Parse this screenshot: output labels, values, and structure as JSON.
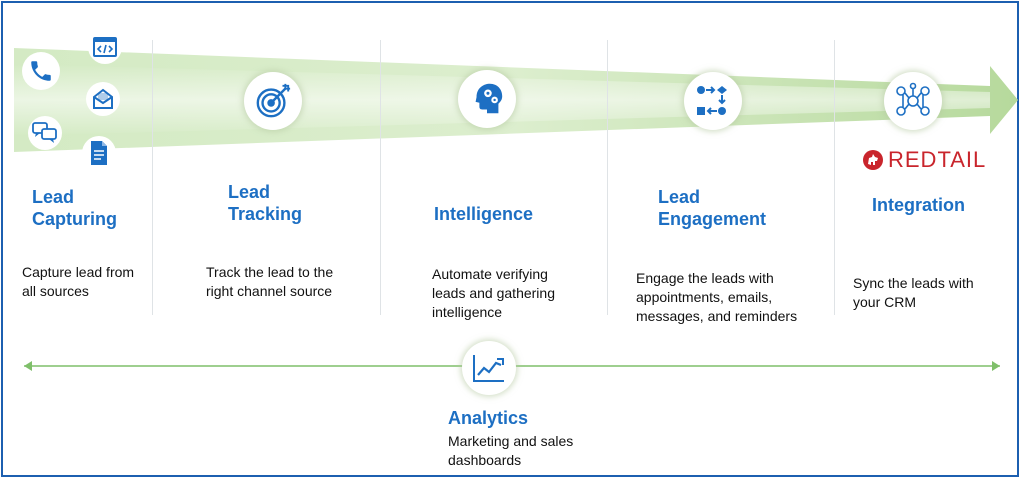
{
  "stages": [
    {
      "title_l1": "Lead",
      "title_l2": "Capturing",
      "desc_l1": "Capture lead from",
      "desc_l2": "all sources",
      "desc_l3": ""
    },
    {
      "title_l1": "Lead",
      "title_l2": "Tracking",
      "desc_l1": "Track the lead to the",
      "desc_l2": "right channel source",
      "desc_l3": ""
    },
    {
      "title_l1": "Intelligence",
      "title_l2": "",
      "desc_l1": "Automate verifying",
      "desc_l2": "leads and gathering",
      "desc_l3": "intelligence"
    },
    {
      "title_l1": "Lead",
      "title_l2": "Engagement",
      "desc_l1": "Engage the leads with",
      "desc_l2": "appointments, emails,",
      "desc_l3": "messages, and reminders"
    },
    {
      "title_l1": "Integration",
      "title_l2": "",
      "desc_l1": "Sync the leads with",
      "desc_l2": "your CRM",
      "desc_l3": ""
    }
  ],
  "redtail_logo": "REDTAIL",
  "analytics": {
    "title": "Analytics",
    "desc_l1": "Marketing and sales",
    "desc_l2": "dashboards"
  },
  "colors": {
    "accent": "#1d6fc3",
    "arrow": "#b9dca0",
    "timeline": "#7fbf6a",
    "redtail": "#c9252c"
  },
  "icons": [
    "phone-icon",
    "code-window-icon",
    "envelope-icon",
    "chat-bubbles-icon",
    "document-icon",
    "target-icon",
    "brain-gears-icon",
    "workflow-icon",
    "network-people-icon",
    "trend-chart-icon",
    "redtail-dog-icon"
  ]
}
